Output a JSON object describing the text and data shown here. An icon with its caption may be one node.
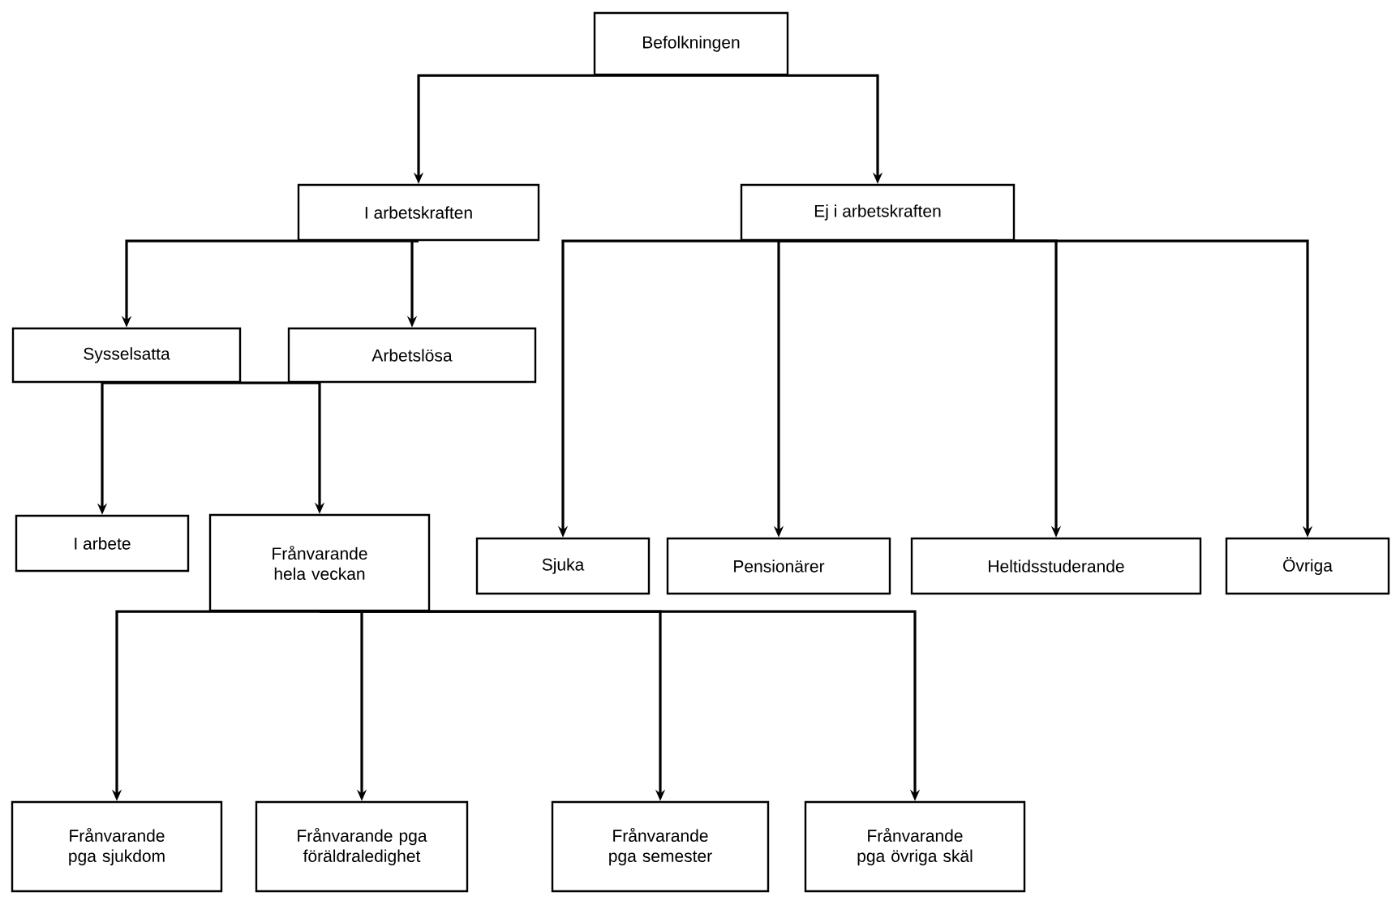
{
  "diagram": {
    "nodes": [
      {
        "text": [
          "Befolkningen"
        ]
      },
      {
        "text": [
          "I arbetskraften"
        ]
      },
      {
        "text": [
          "Ej i arbetskraften"
        ]
      },
      {
        "text": [
          "Sysselsatta"
        ]
      },
      {
        "text": [
          "Arbetslösa"
        ]
      },
      {
        "text": [
          "I arbete"
        ]
      },
      {
        "text": [
          "Frånvarande hela veckan"
        ]
      },
      {
        "text": [
          "Sjuka"
        ]
      },
      {
        "text": [
          "Pensionärer"
        ]
      },
      {
        "text": [
          "Heltidsstuderande"
        ]
      },
      {
        "text": [
          "Övriga"
        ]
      },
      {
        "text": [
          "Frånvarande pga sjukdom"
        ]
      },
      {
        "text": [
          "Frånvarande pga föräldraledighet"
        ]
      },
      {
        "text": [
          "Frånvarande pga semester"
        ]
      },
      {
        "text": [
          "Frånvarande pga övriga skäl"
        ]
      }
    ],
    "edges": [
      {
        "from": 0,
        "to": 1,
        "arrow": "to"
      },
      {
        "from": 0,
        "to": 2,
        "arrow": "to"
      },
      {
        "from": 1,
        "to": 3,
        "arrow": "to"
      },
      {
        "from": 1,
        "to": 4,
        "arrow": "to"
      },
      {
        "from": 3,
        "to": 5,
        "arrow": "to"
      },
      {
        "from": 3,
        "to": 6,
        "arrow": "to"
      },
      {
        "from": 2,
        "to": 7,
        "arrow": "to"
      },
      {
        "from": 2,
        "to": 8,
        "arrow": "to"
      },
      {
        "from": 2,
        "to": 9,
        "arrow": "to"
      },
      {
        "from": 2,
        "to": 10,
        "arrow": "to"
      },
      {
        "from": 6,
        "to": 11,
        "arrow": "to"
      },
      {
        "from": 6,
        "to": 12,
        "arrow": "to"
      },
      {
        "from": 6,
        "to": 13,
        "arrow": "to"
      },
      {
        "from": 6,
        "to": 14,
        "arrow": "to"
      }
    ]
  }
}
